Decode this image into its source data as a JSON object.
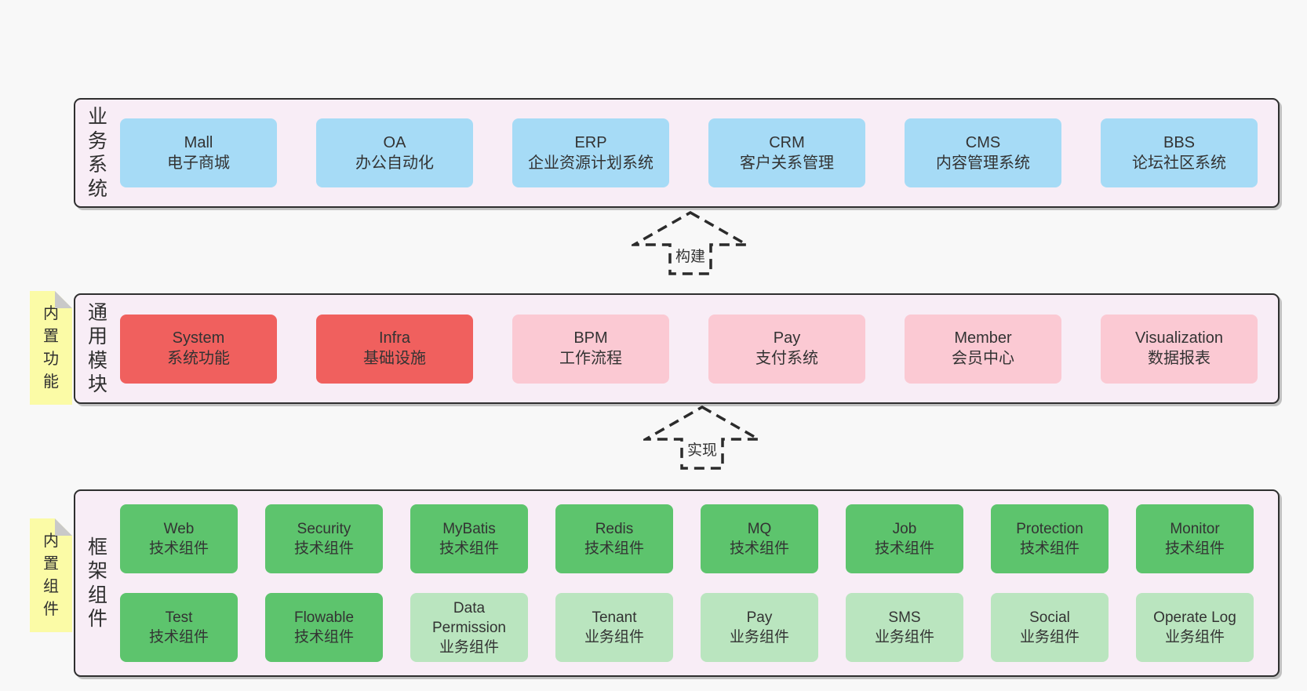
{
  "colors": {
    "page_bg": "#f8f8f8",
    "panel_bg": "#f8edf6",
    "panel_border": "#2f2f2f",
    "business_blue": "#a6dbf6",
    "core_red": "#f0605e",
    "module_pink": "#fbc9d3",
    "tech_green": "#5dc46d",
    "biz_lightgreen": "#bae5bf",
    "note_yellow": "#fbfba6",
    "note_fold_gray": "#c9c9c9",
    "text": "#333333"
  },
  "notes": [
    {
      "text": "内置功能"
    },
    {
      "text": "内置组件"
    }
  ],
  "arrows": [
    {
      "label": "构建"
    },
    {
      "label": "实现"
    }
  ],
  "sections": [
    {
      "label": "业务系统",
      "boxes": [
        {
          "en": "Mall",
          "zh": "电子商城"
        },
        {
          "en": "OA",
          "zh": "办公自动化"
        },
        {
          "en": "ERP",
          "zh": "企业资源计划系统"
        },
        {
          "en": "CRM",
          "zh": "客户关系管理"
        },
        {
          "en": "CMS",
          "zh": "内容管理系统"
        },
        {
          "en": "BBS",
          "zh": "论坛社区系统"
        }
      ]
    },
    {
      "label": "通用模块",
      "boxes": [
        {
          "en": "System",
          "zh": "系统功能"
        },
        {
          "en": "Infra",
          "zh": "基础设施"
        },
        {
          "en": "BPM",
          "zh": "工作流程"
        },
        {
          "en": "Pay",
          "zh": "支付系统"
        },
        {
          "en": "Member",
          "zh": "会员中心"
        },
        {
          "en": "Visualization",
          "zh": "数据报表"
        }
      ]
    },
    {
      "label": "框架组件",
      "rows": [
        [
          {
            "en": "Web",
            "zh": "技术组件"
          },
          {
            "en": "Security",
            "zh": "技术组件"
          },
          {
            "en": "MyBatis",
            "zh": "技术组件"
          },
          {
            "en": "Redis",
            "zh": "技术组件"
          },
          {
            "en": "MQ",
            "zh": "技术组件"
          },
          {
            "en": "Job",
            "zh": "技术组件"
          },
          {
            "en": "Protection",
            "zh": "技术组件"
          },
          {
            "en": "Monitor",
            "zh": "技术组件"
          }
        ],
        [
          {
            "en": "Test",
            "zh": "技术组件"
          },
          {
            "en": "Flowable",
            "zh": "技术组件"
          },
          {
            "en": "Data Permission",
            "zh": "业务组件"
          },
          {
            "en": "Tenant",
            "zh": "业务组件"
          },
          {
            "en": "Pay",
            "zh": "业务组件"
          },
          {
            "en": "SMS",
            "zh": "业务组件"
          },
          {
            "en": "Social",
            "zh": "业务组件"
          },
          {
            "en": "Operate Log",
            "zh": "业务组件"
          }
        ]
      ]
    }
  ]
}
